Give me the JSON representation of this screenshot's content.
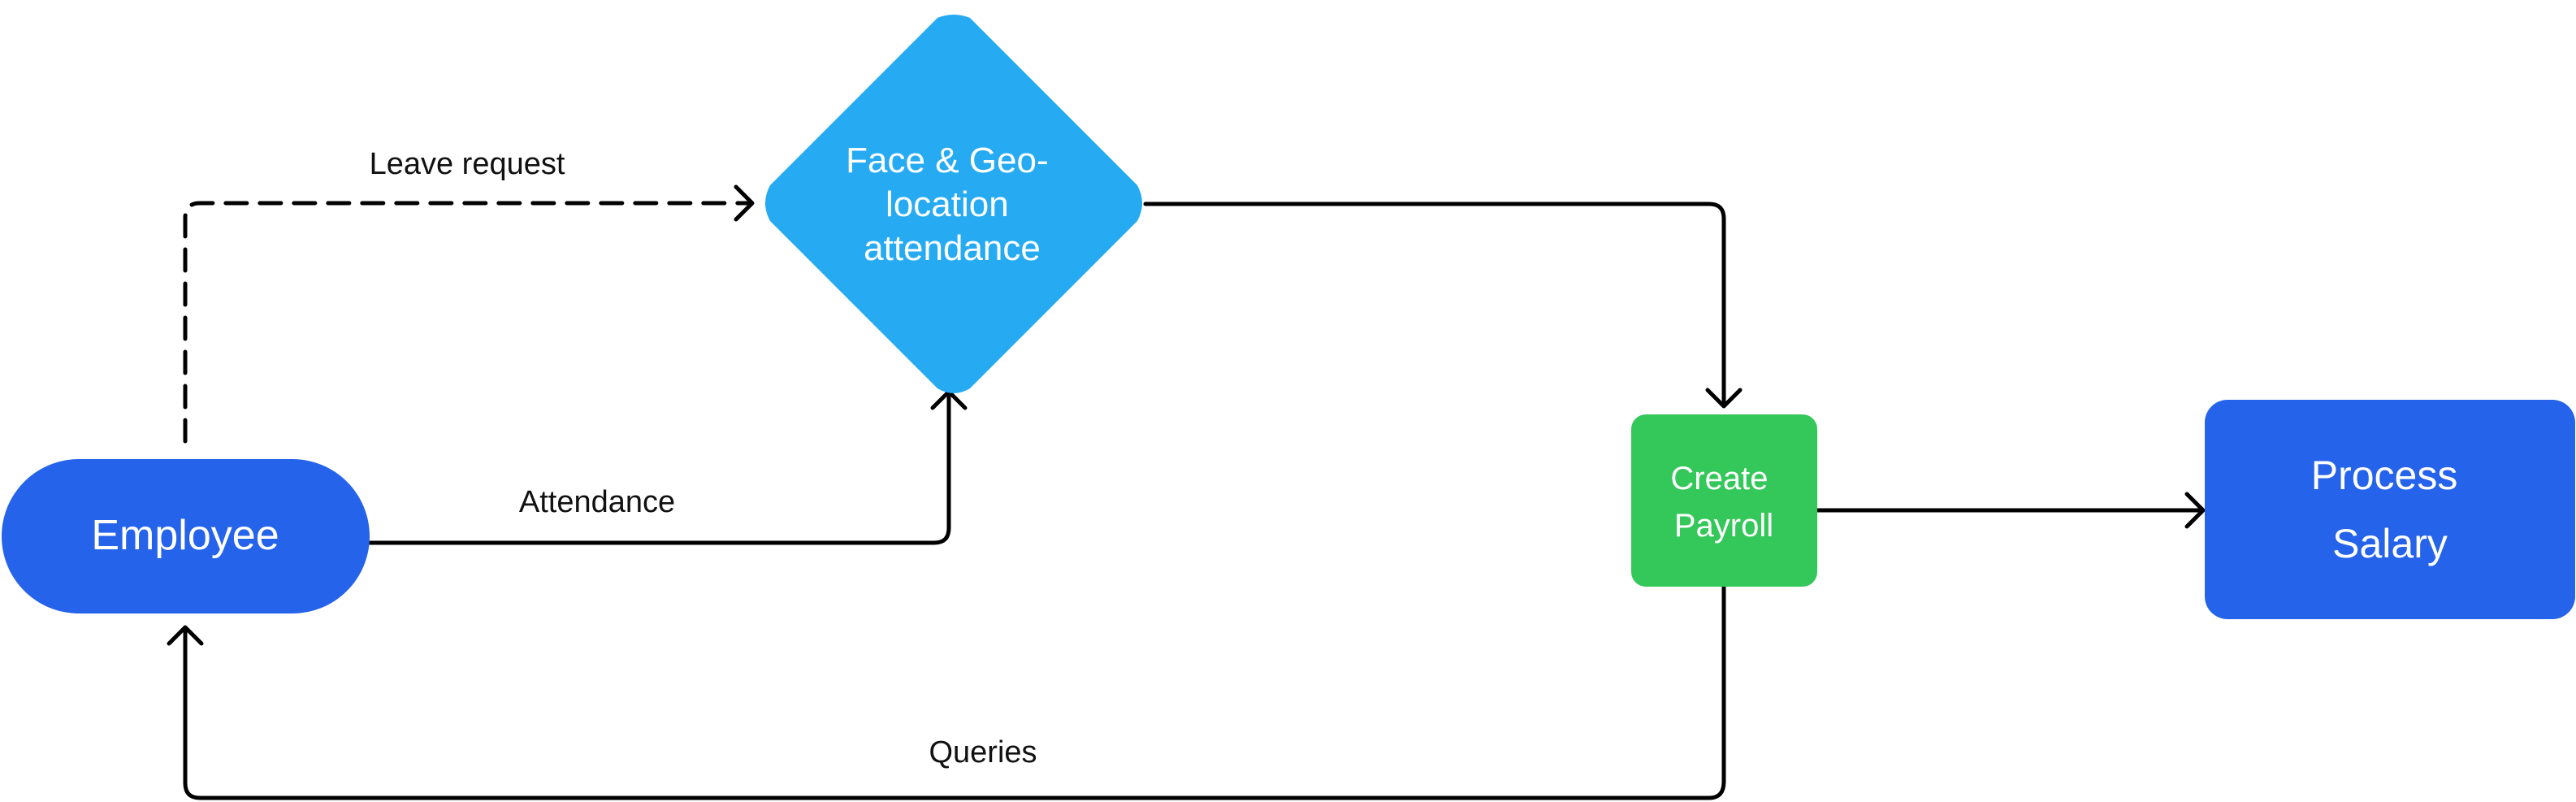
{
  "colors": {
    "primary_blue": "#2563EB",
    "diamond_blue": "#26ABF3",
    "green": "#34C759",
    "line": "#000000",
    "text_dark": "#111111",
    "text_light": "#FFFFFF"
  },
  "nodes": {
    "employee": {
      "label": "Employee"
    },
    "attendance_check": {
      "lines": [
        "Face & Geo-",
        "location",
        "attendance"
      ]
    },
    "create_payroll": {
      "lines": [
        "Create",
        "Payroll"
      ]
    },
    "process_salary": {
      "lines": [
        "Process",
        "Salary"
      ]
    }
  },
  "edges": {
    "leave_request": {
      "label": "Leave request",
      "style": "dashed"
    },
    "attendance": {
      "label": "Attendance",
      "style": "solid"
    },
    "to_payroll": {
      "label": "",
      "style": "solid"
    },
    "to_salary": {
      "label": "",
      "style": "solid"
    },
    "queries": {
      "label": "Queries",
      "style": "solid"
    }
  }
}
